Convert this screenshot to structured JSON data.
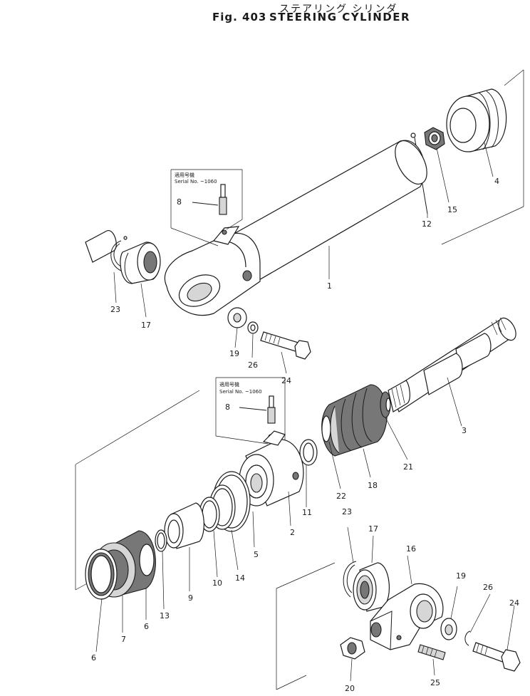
{
  "header": {
    "title_ja": "ステアリング シリンダ",
    "figure_number": "Fig. 403",
    "title_en": "STEERING CYLINDER"
  },
  "callouts": {
    "upper": {
      "applicable_no": "適用号機",
      "serial": "Serial No. ~1060"
    },
    "lower": {
      "applicable_no": "適用号機",
      "serial": "Serial No. ~1060"
    }
  },
  "part_labels": {
    "p1": "1",
    "p2": "2",
    "p3": "3",
    "p4": "4",
    "p5": "5",
    "p6a": "6",
    "p6b": "6",
    "p7": "7",
    "p8a": "8",
    "p8b": "8",
    "p9": "9",
    "p10": "10",
    "p11": "11",
    "p12": "12",
    "p13": "13",
    "p14": "14",
    "p15": "15",
    "p16": "16",
    "p17a": "17",
    "p17b": "17",
    "p18": "18",
    "p19a": "19",
    "p19b": "19",
    "p20": "20",
    "p21": "21",
    "p22": "22",
    "p23a": "23",
    "p23b": "23",
    "p24a": "24",
    "p24b": "24",
    "p25": "25",
    "p26a": "26",
    "p26b": "26"
  }
}
